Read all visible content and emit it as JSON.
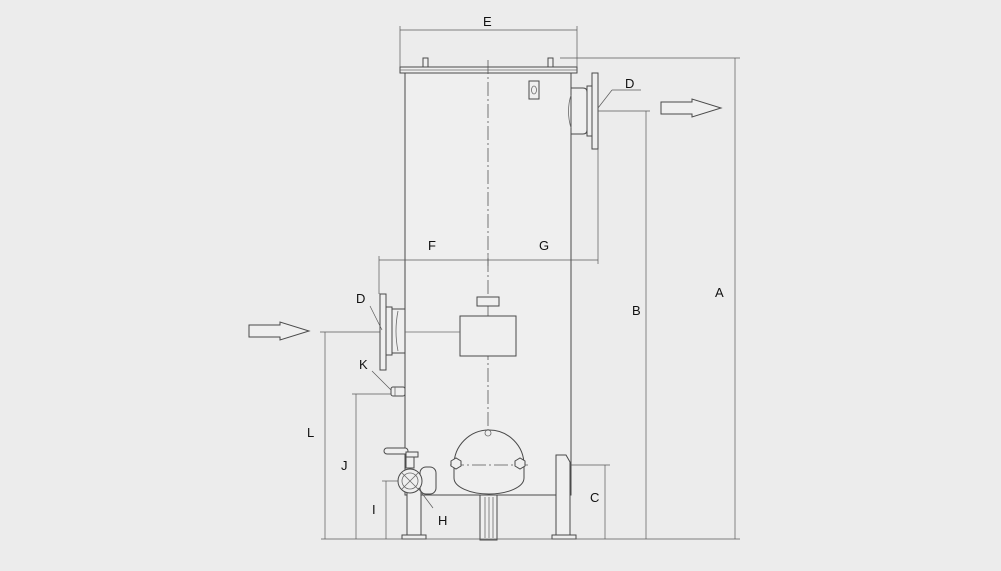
{
  "diagram": {
    "labels": {
      "A": "A",
      "B": "B",
      "C": "C",
      "D_outlet": "D",
      "D_inlet": "D",
      "E": "E",
      "F": "F",
      "G": "G",
      "H": "H",
      "I": "I",
      "J": "J",
      "K": "K",
      "L": "L"
    },
    "colors": {
      "background": "#ececec",
      "line": "#4a4a4a",
      "text": "#111111"
    }
  }
}
